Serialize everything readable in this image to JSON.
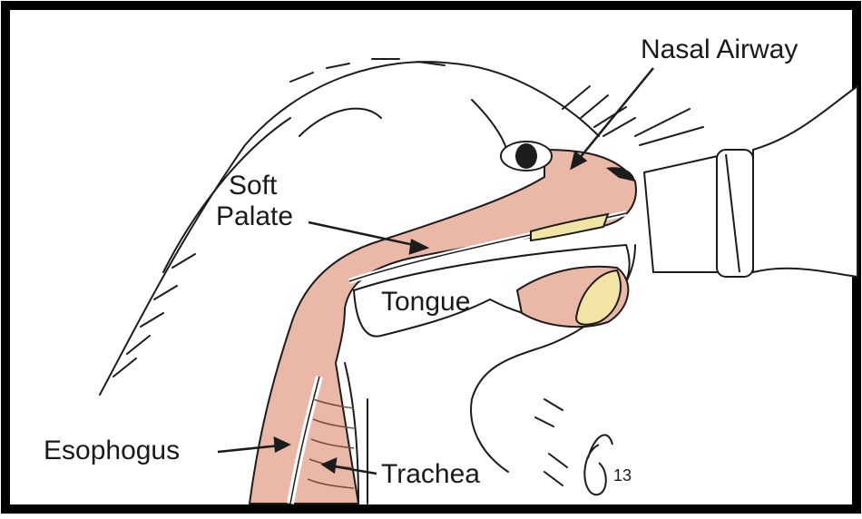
{
  "labels": {
    "nasal_airway": "Nasal Airway",
    "soft_palate_line1": "Soft",
    "soft_palate_line2": "Palate",
    "tongue": "Tongue",
    "esophagus": "Esophogus",
    "trachea": "Trachea",
    "signature": "G 13"
  },
  "colors": {
    "airway_fill": "#e9b8a6",
    "bone_fill": "#f1e4a4",
    "line": "#1c1c1c",
    "frame": "#000000",
    "background": "#ffffff"
  }
}
